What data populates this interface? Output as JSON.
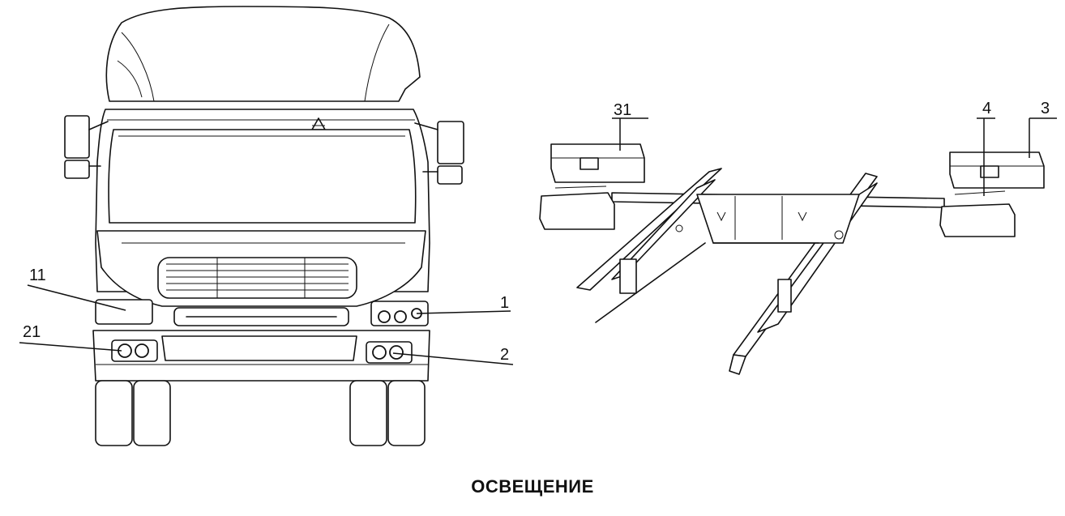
{
  "caption": "ОСВЕЩЕНИЕ",
  "callouts": {
    "c11": "11",
    "c21": "21",
    "c1": "1",
    "c2": "2",
    "c31": "31",
    "c4": "4",
    "c3": "3"
  }
}
